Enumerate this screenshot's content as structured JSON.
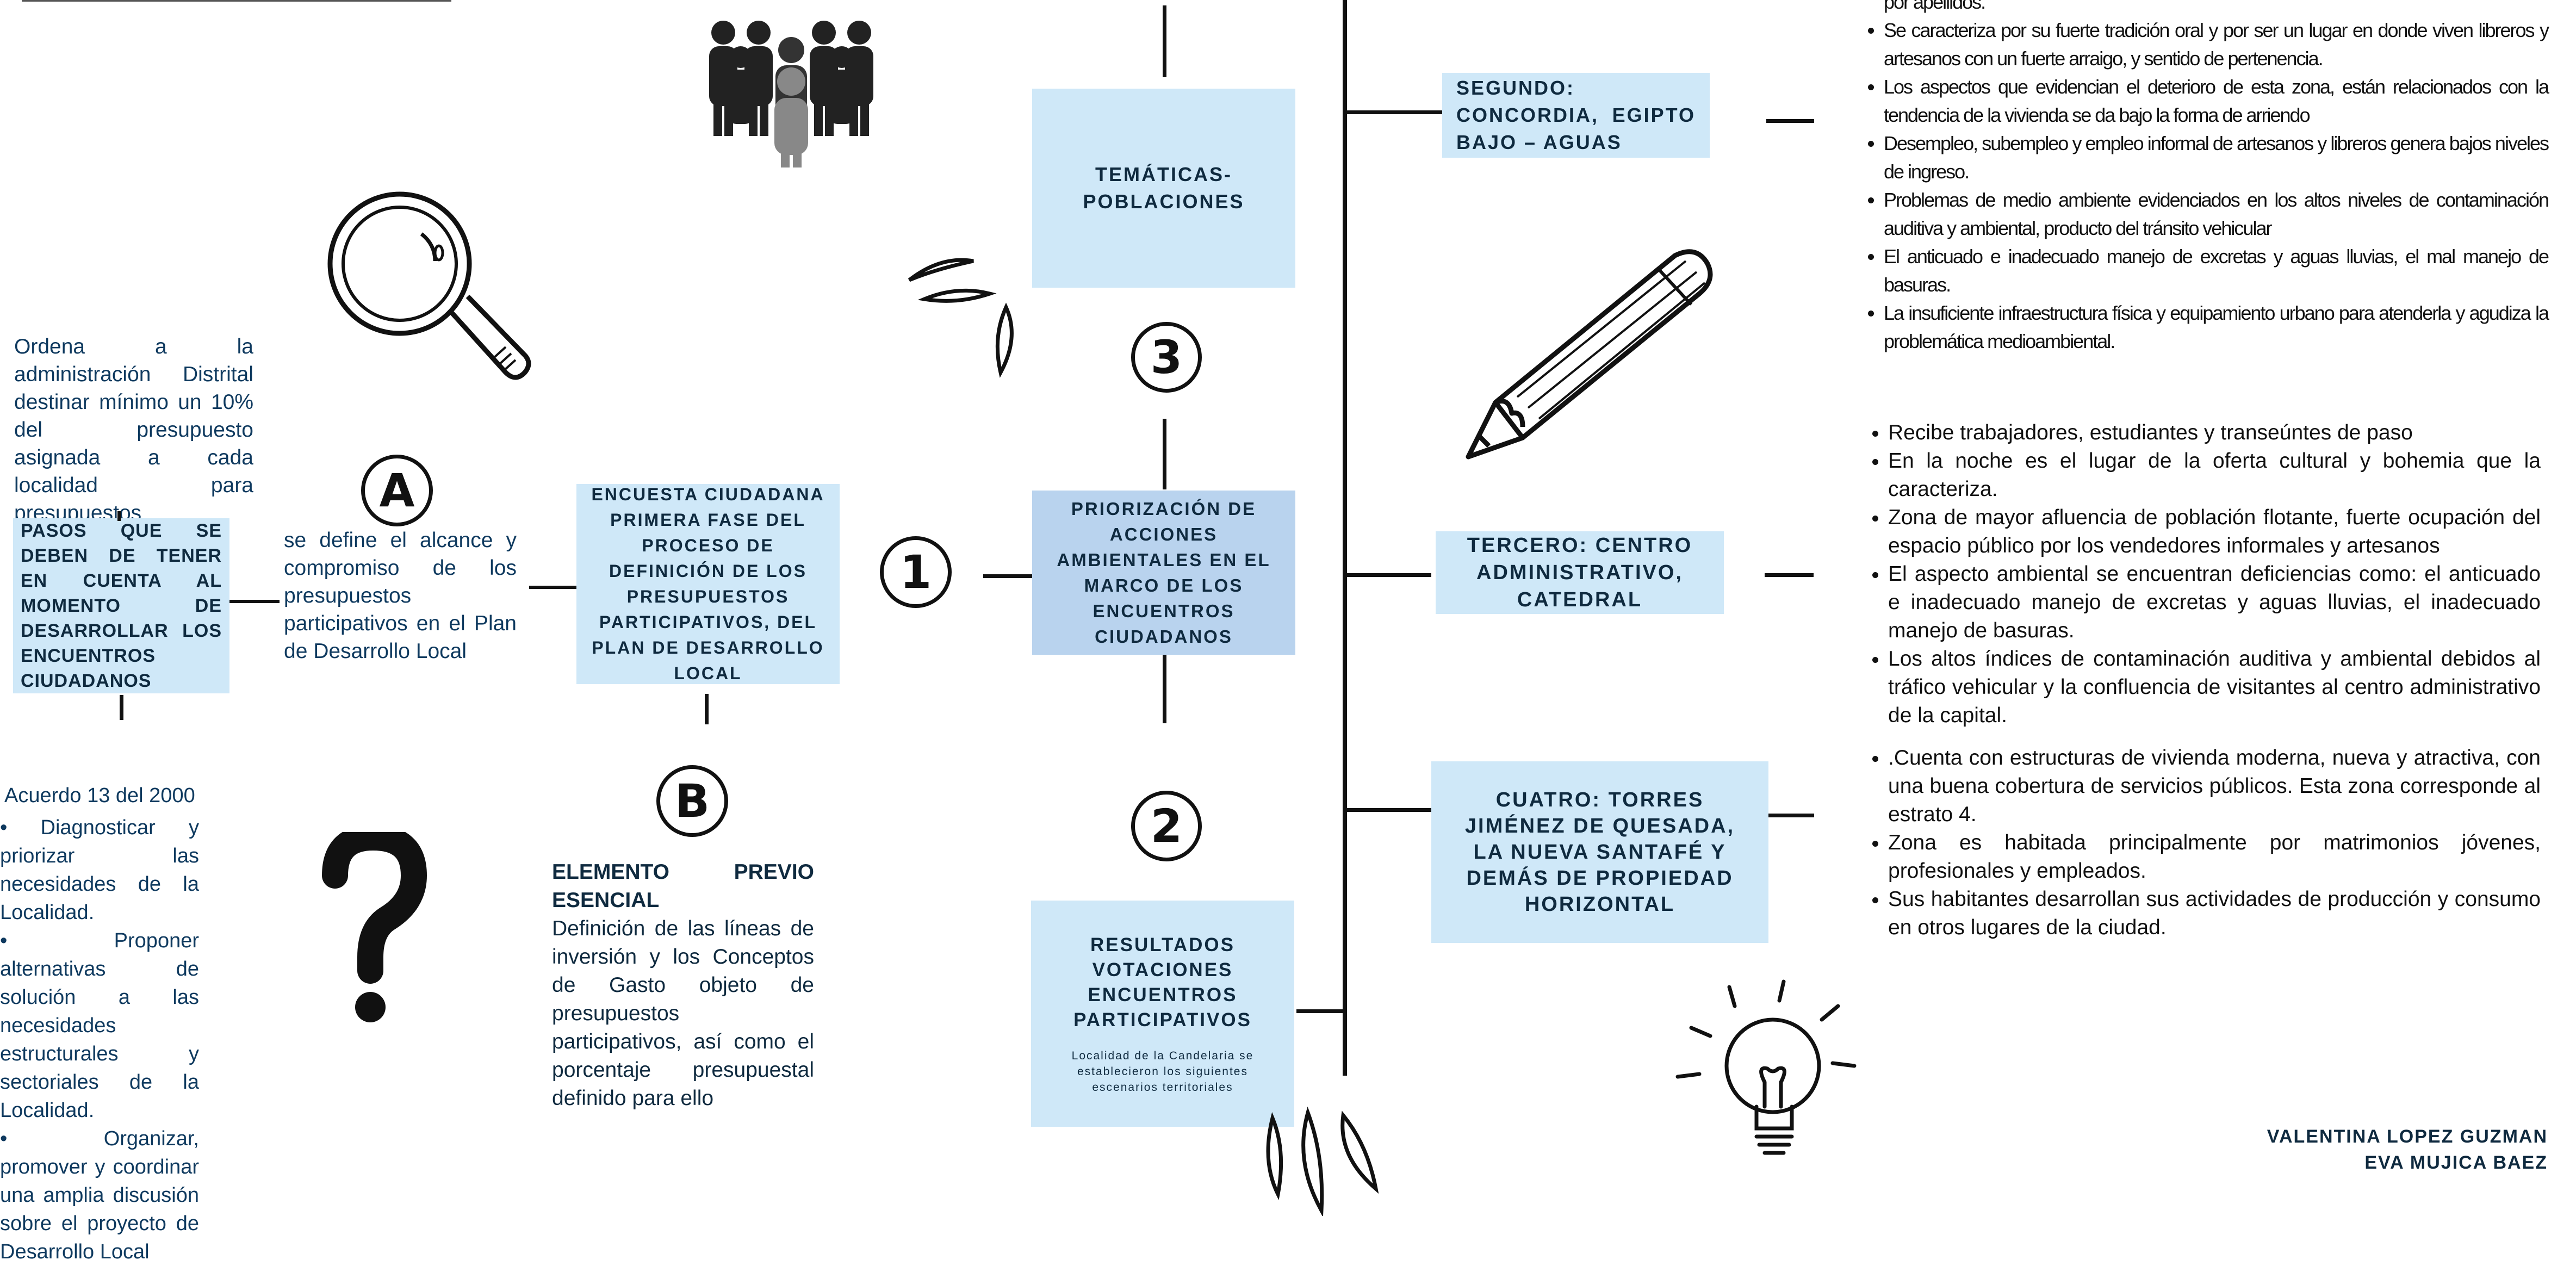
{
  "left": {
    "ordena_text": "Ordena a la administración Distrital destinar mínimo un 10% del presupuesto asignada a cada localidad para presupuestos participativos.",
    "pasos_box": "PASOS QUE SE DEBEN DE TENER EN CUENTA AL MOMENTO DE DESARROLLAR LOS ENCUENTROS CIUDADANOS",
    "alcance_text": "se define el alcance y compromiso de los presupuestos participativos en el Plan de Desarrollo Local",
    "acuerdo_title": "Acuerdo 13 del 2000",
    "acuerdo_items": [
      "• Diagnosticar y priorizar las necesidades de la Localidad.",
      "• Proponer alternativas de solución a las necesidades estructurales y sectoriales de la Localidad.",
      "• Organizar, promover y coordinar una amplia discusión sobre el proyecto de Desarrollo Local"
    ]
  },
  "markers": {
    "a": "A",
    "b": "B",
    "one": "1",
    "two": "2",
    "three": "3"
  },
  "center": {
    "encuesta_box": "ENCUESTA CIUDADANA PRIMERA FASE DEL PROCESO DE DEFINICIÓN DE LOS PRESUPUESTOS PARTICIPATIVOS, DEL PLAN DE DESARROLLO LOCAL",
    "elemento_title": "ELEMENTO PREVIO ESENCIAL",
    "elemento_text": "Definición de las líneas de inversión y los Conceptos de Gasto objeto de presupuestos participativos, así como el porcentaje presupuestal definido para ello",
    "tematicas_box": "TEMÁTICAS-POBLACIONES",
    "priorizacion_box": "PRIORIZACIÓN DE ACCIONES AMBIENTALES EN EL MARCO DE LOS ENCUENTROS CIUDADANOS",
    "resultados_title": "RESULTADOS VOTACIONES ENCUENTROS PARTICIPATIVOS",
    "resultados_sub": "Localidad de la Candelaria se establecieron los siguientes escenarios territoriales"
  },
  "zones": {
    "segundo": {
      "label": "SEGUNDO: CONCORDIA, EGIPTO BAJO – AGUAS",
      "top_fragment": "por apellidos.",
      "bullets": [
        "Se caracteriza por su fuerte tradición oral y por ser un lugar en donde viven libreros y artesanos con un fuerte arraigo, y sentido de pertenencia.",
        "Los aspectos que evidencian el deterioro de esta zona, están relacionados con la tendencia de la vivienda se da bajo la forma de arriendo",
        "Desempleo, subempleo y empleo informal de artesanos y libreros genera bajos niveles de ingreso.",
        "Problemas de medio ambiente evidenciados en los altos niveles de contaminación auditiva y ambiental, producto del tránsito vehicular",
        "El anticuado e inadecuado manejo de excretas y aguas lluvias, el mal manejo de basuras.",
        "La insuficiente infraestructura física y equipamiento urbano para atenderla y agudiza la problemática medioambiental."
      ]
    },
    "tercero": {
      "label": "TERCERO: CENTRO ADMINISTRATIVO, CATEDRAL",
      "bullets": [
        "Recibe trabajadores, estudiantes y transeúntes de paso",
        "En la noche es el lugar de la oferta cultural y bohemia que la caracteriza.",
        "Zona de mayor afluencia de población flotante, fuerte ocupación del espacio público por los vendedores informales y artesanos",
        "El aspecto ambiental se encuentran deficiencias como: el anticuado e inadecuado manejo de excretas y aguas lluvias, el inadecuado manejo de basuras.",
        "Los altos índices de contaminación auditiva y ambiental debidos al tráfico vehicular y la confluencia de visitantes al centro administrativo de la capital."
      ]
    },
    "cuatro": {
      "label": "CUATRO: TORRES JIMÉNEZ DE QUESADA, LA NUEVA SANTAFÉ Y DEMÁS DE PROPIEDAD HORIZONTAL",
      "bullets": [
        ".Cuenta con estructuras de vivienda moderna, nueva y atractiva, con una buena cobertura de servicios públicos. Esta zona corresponde al estrato 4.",
        "Zona es habitada principalmente por matrimonios jóvenes, profesionales y empleados.",
        "Sus habitantes desarrollan sus actividades de producción y consumo en otros lugares de la ciudad."
      ]
    }
  },
  "authors": [
    "VALENTINA LOPEZ GUZMAN",
    "EVA MUJICA BAEZ"
  ],
  "icons": [
    "people-group-icon",
    "magnifier-icon",
    "question-mark-icon",
    "pencil-icon",
    "lightbulb-icon",
    "sparkle-doodle-icon"
  ],
  "colors": {
    "box_blue": "#cfe8f8",
    "box_blue_dark": "#b9d3ee",
    "text_navy": "#0f2a3f"
  }
}
